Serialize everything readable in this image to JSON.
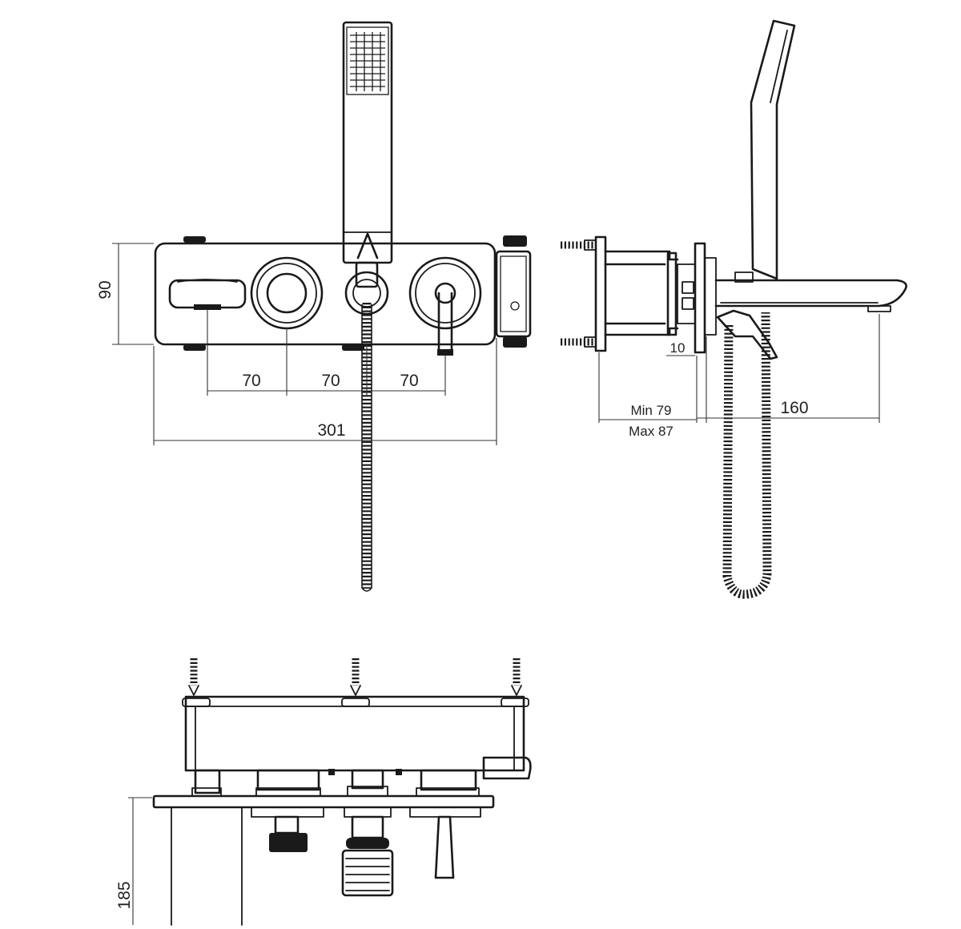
{
  "front_view": {
    "height": "90",
    "spacing_1": "70",
    "spacing_2": "70",
    "spacing_3": "70",
    "total_width": "301"
  },
  "side_view": {
    "flange": "10",
    "depth_min": "Min 79",
    "depth_max": "Max 87",
    "spout_projection": "160"
  },
  "bottom_view": {
    "depth": "185"
  },
  "colors": {
    "line": "#1a1a1a",
    "background": "#ffffff"
  }
}
